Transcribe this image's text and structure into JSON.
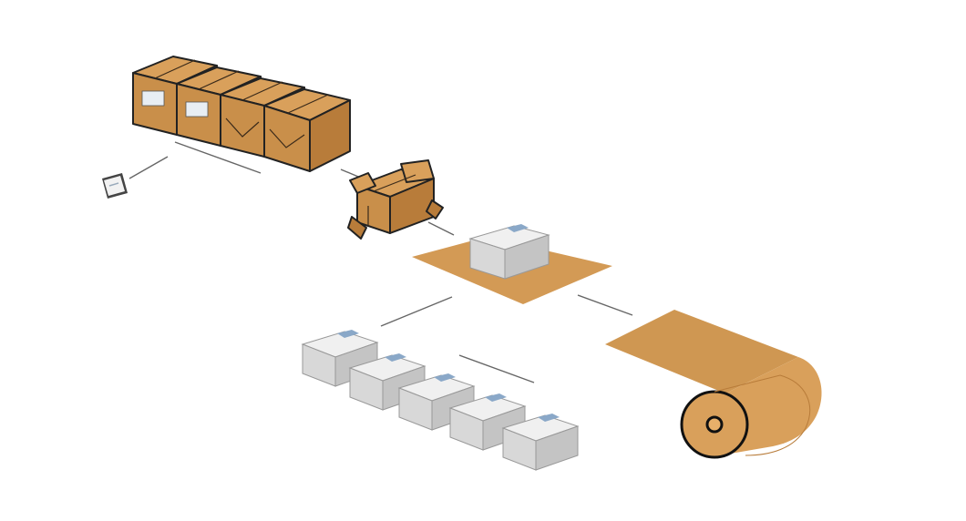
{
  "diagram": {
    "stages": [
      "shipping-cartons",
      "folded-carton",
      "wrapping-sheet-with-reams",
      "paper-roll",
      "paper-reams",
      "label"
    ],
    "colors": {
      "cardboard": "#d9a05b",
      "cardboard_dark": "#b87c3a",
      "paper": "#d8d8d8",
      "outline": "#222222",
      "arrow": "#666666"
    }
  }
}
